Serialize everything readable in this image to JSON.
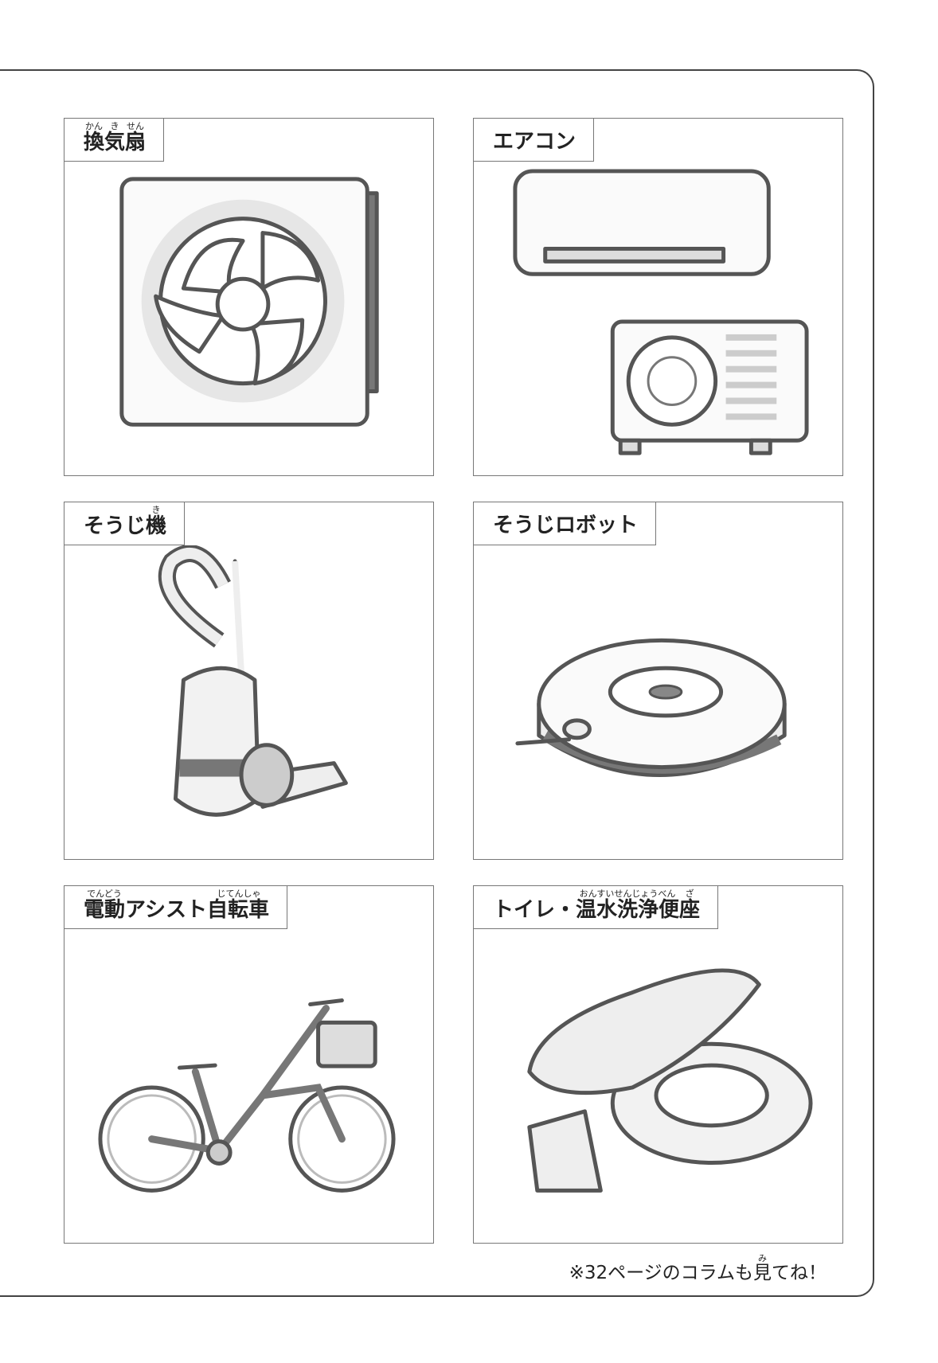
{
  "items": [
    {
      "label": "換気扇",
      "ruby": [
        "かん",
        "き",
        "せん"
      ],
      "chars": [
        "換",
        "気",
        "扇"
      ]
    },
    {
      "label": "エアコン"
    },
    {
      "label": "そうじ機",
      "prefix": "そうじ",
      "chars": [
        "機"
      ],
      "ruby": [
        "き"
      ]
    },
    {
      "label": "そうじロボット"
    },
    {
      "label": "電動アシスト自転車",
      "ruby_a": "でんどう",
      "chars_a": "電動",
      "middle": "アシスト",
      "ruby_b": "じてんしゃ",
      "chars_b": "自転車"
    },
    {
      "label": "トイレ・温水洗浄便座",
      "prefix": "トイレ・",
      "ruby_a": "おんすいせんじょうべん",
      "chars_a": "温水洗浄便",
      "ruby_b": "ざ",
      "chars_b": "座"
    }
  ],
  "footer": {
    "before": "※32ページのコラムも",
    "kanji": "見",
    "ruby": "み",
    "after": "てね！"
  }
}
